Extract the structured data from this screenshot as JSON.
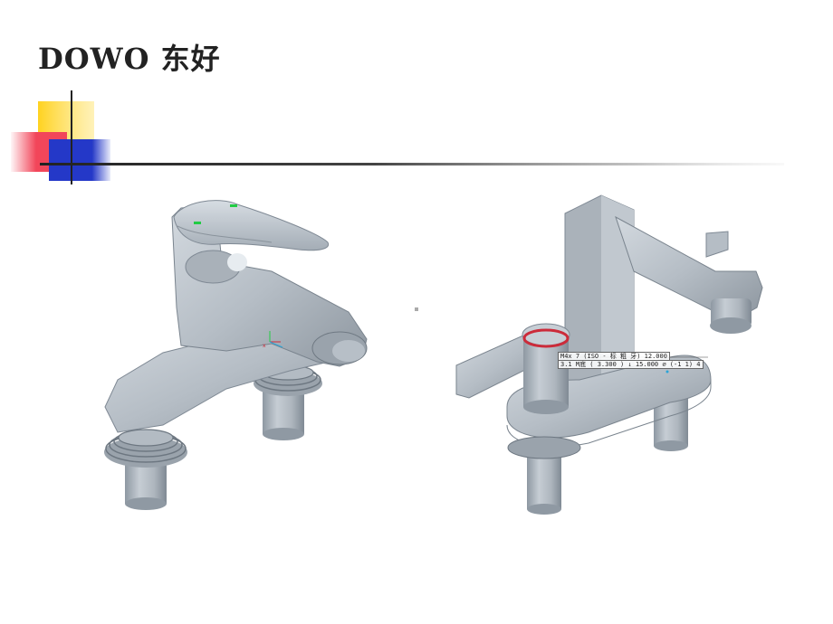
{
  "brand": {
    "text": "DOWO 东好"
  },
  "colors": {
    "bar_yellow": "#FFD21F",
    "bar_red": "#F2465A",
    "bar_blue": "#2438C8",
    "rule": "#222222",
    "faucet_light": "#c4cbd2",
    "faucet_mid": "#a7b0b9",
    "faucet_dark": "#7f8994",
    "accent_red": "#cc2b3a",
    "marker_green": "#22cc44"
  },
  "figures": {
    "left": {
      "name": "single-handle faucet, exploded base view"
    },
    "right": {
      "name": "faucet cut-away with dimension annotations"
    }
  },
  "annotations": {
    "line1": "M4x 7 (ISO - 标 粗 牙) 12.000",
    "line2": "3.1 M底 ( 3.300 ) ↓ 15.000 ⌀ (-1 1) 4"
  }
}
